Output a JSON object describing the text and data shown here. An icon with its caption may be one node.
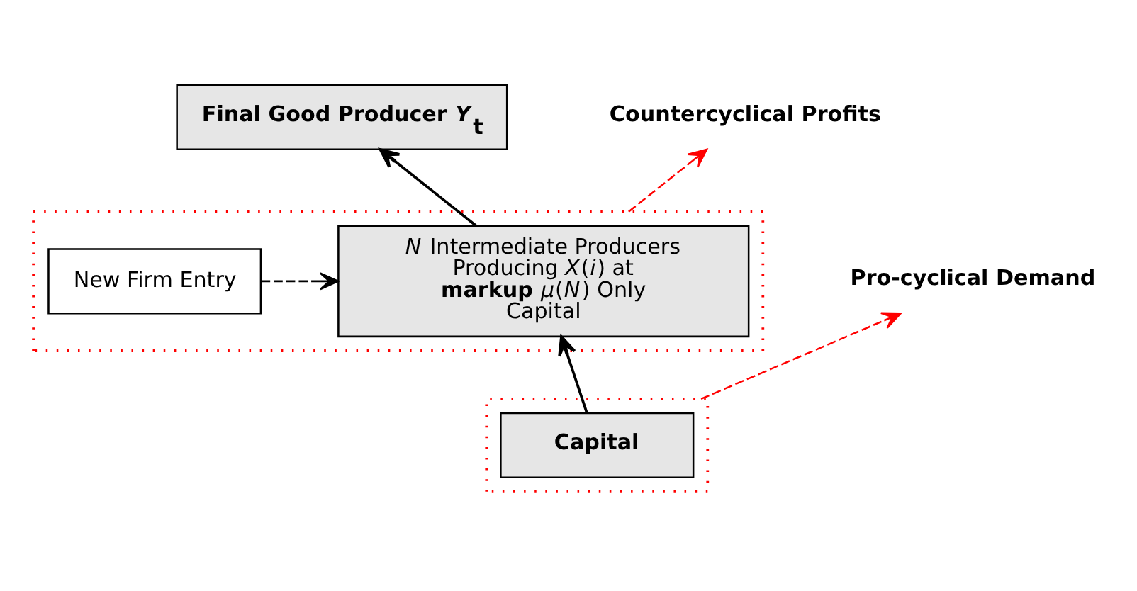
{
  "diagram": {
    "nodes": [
      {
        "text": [
          "Final Good Producer *Y*$_{t}$"
        ]
      },
      {
        "text": [],
        "shape": "box"
      },
      {
        "text": [
          "*N* Intermediate Producers Producing *X*(*i*) at **markup** *μ*(*N*) Only Capital"
        ],
        "in": 1
      },
      {
        "text": [
          "New Firm Entry"
        ],
        "in": 1
      },
      {
        "text": [
          "Countercyclical Profits"
        ]
      },
      {
        "text": [],
        "shape": "box"
      },
      {
        "text": [
          "Capital"
        ],
        "in": 5
      },
      {
        "text": [
          "Pro-cyclical Demand"
        ]
      }
    ],
    "edges": [
      {
        "from": 2,
        "to": 0,
        "arrow": "to"
      },
      {
        "from": 6,
        "to": 2,
        "arrow": "to"
      },
      {
        "from": 3,
        "to": 2,
        "arrow": "to",
        "style": "dashed"
      },
      {
        "from": 1,
        "to": 4,
        "arrow": "to",
        "style": "dashed",
        "color": "#ff0000"
      },
      {
        "from": 5,
        "to": 7,
        "arrow": "to",
        "style": "dashed",
        "color": "#ff0000"
      }
    ]
  }
}
